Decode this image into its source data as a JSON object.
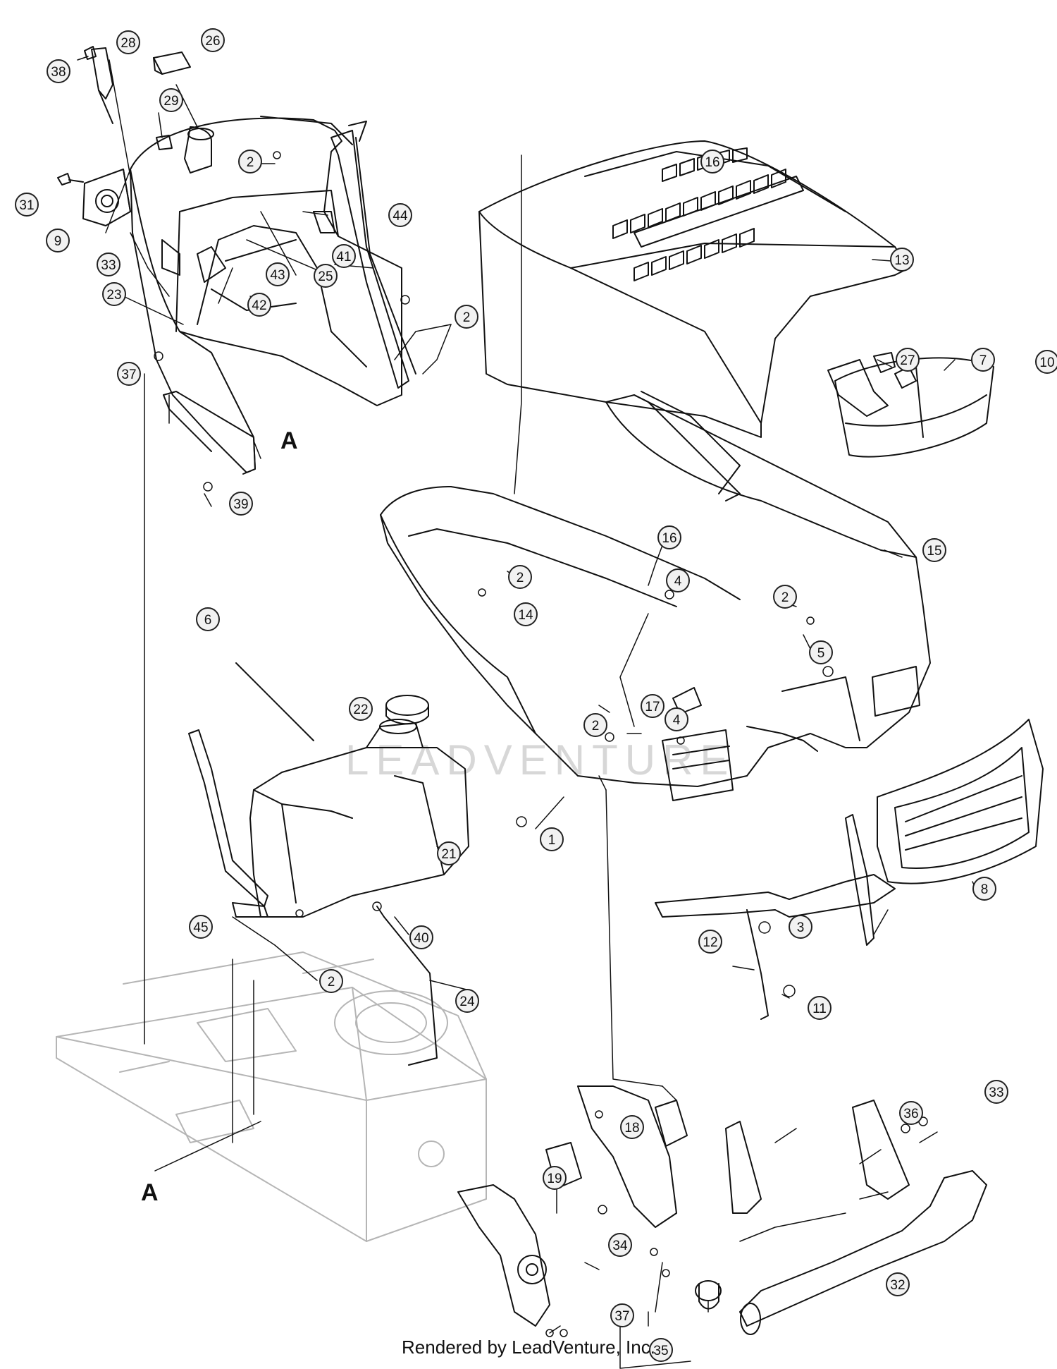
{
  "watermark": "LEADVENTURE",
  "footer": "Rendered by LeadVenture, Inc.",
  "section_labels": [
    "A",
    "A"
  ],
  "callouts": [
    "38",
    "28",
    "26",
    "29",
    "2",
    "31",
    "9",
    "33",
    "23",
    "41",
    "43",
    "25",
    "42",
    "44",
    "2",
    "37",
    "39",
    "16",
    "13",
    "27",
    "7",
    "10",
    "15",
    "16",
    "2",
    "14",
    "4",
    "2",
    "5",
    "6",
    "2",
    "17",
    "4",
    "22",
    "1",
    "8",
    "21",
    "3",
    "12",
    "40",
    "45",
    "2",
    "24",
    "11",
    "33",
    "18",
    "36",
    "19",
    "34",
    "32",
    "37",
    "35"
  ]
}
